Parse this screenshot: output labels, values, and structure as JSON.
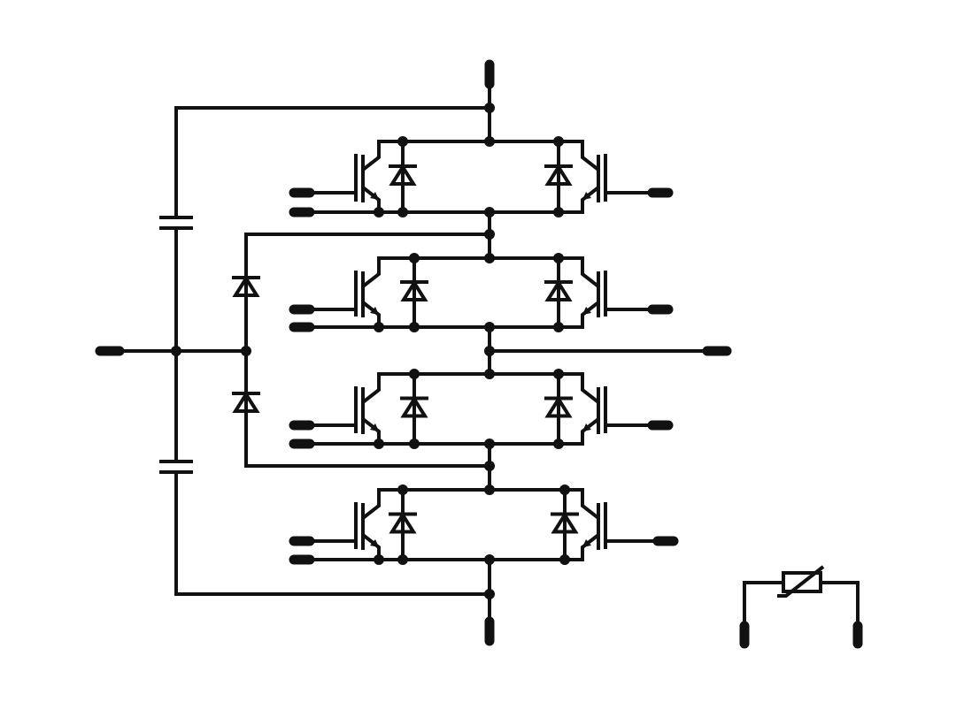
{
  "diagram": {
    "type": "schematic",
    "description_visible_text": [],
    "components": {
      "capacitors": 2,
      "clamp_diodes": 2,
      "igbt_pairs": 4,
      "igbts_with_antiparallel_diodes": 8,
      "thermistor": 1
    },
    "terminals": {
      "dc_plus": 1,
      "dc_minus": 1,
      "neutral": 1,
      "ac_output": 1,
      "gate_emitter_pairs": 8,
      "thermistor_pins": 2
    }
  },
  "colors": {
    "stroke": "#111111",
    "background": "#ffffff"
  }
}
